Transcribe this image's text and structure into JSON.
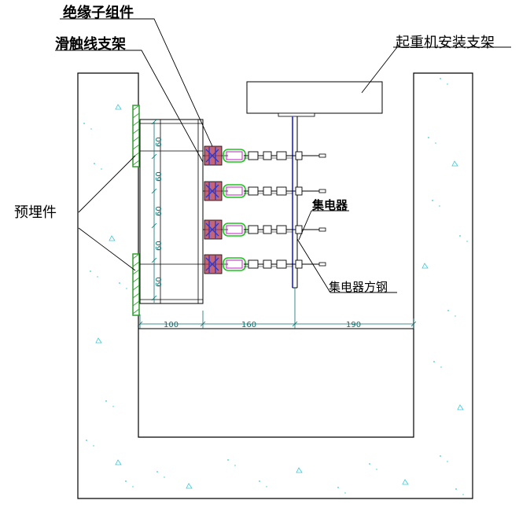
{
  "labels": {
    "insulator_assembly": "绝缘子组件",
    "rail_bracket": "滑触线支架",
    "crane_bracket": "起重机安装支架",
    "embedded_part": "预埋件",
    "collector": "集电器",
    "collector_square_steel": "集电器方钢"
  },
  "dimensions": {
    "horizontal": [
      "100",
      "160",
      "190"
    ],
    "vertical": [
      "60",
      "60",
      "60",
      "60",
      "60"
    ]
  },
  "colors": {
    "outline": "#000000",
    "dimension": "#0a6e6e",
    "embedded_green": "#2e9e2e",
    "insulator_red": "#b0304a",
    "insulator_blue": "#2a3ad0",
    "collector_green": "#1fc41f",
    "collector_magenta": "#c020c0",
    "speckle_cyan": "#3ac8d8",
    "steel_blue": "#4a50d8"
  }
}
